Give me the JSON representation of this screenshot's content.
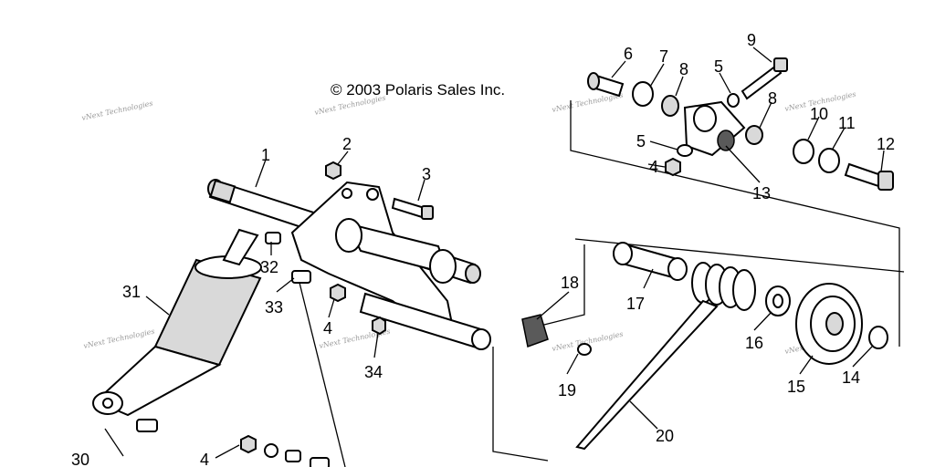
{
  "copyright": "© 2003 Polaris Sales Inc.",
  "watermark": "vNext Technologies",
  "callouts": [
    "1",
    "2",
    "3",
    "4",
    "5",
    "6",
    "7",
    "8",
    "9",
    "10",
    "11",
    "12",
    "13",
    "14",
    "15",
    "16",
    "17",
    "18",
    "19",
    "20",
    "30",
    "31",
    "32",
    "33",
    "34"
  ]
}
